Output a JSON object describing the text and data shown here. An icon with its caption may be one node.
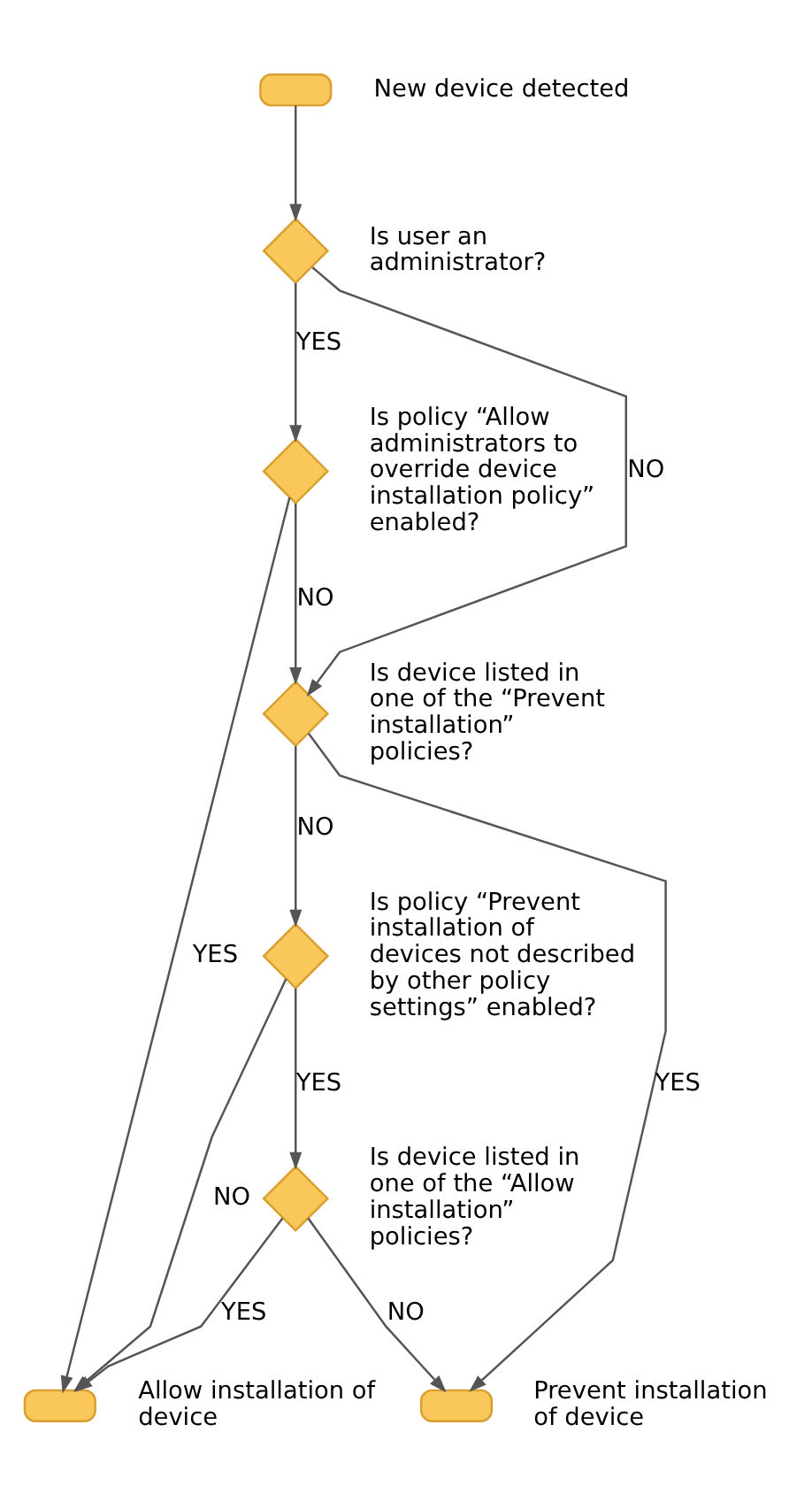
{
  "diagram": {
    "nodes": [
      {
        "text": [],
        "shape": "box",
        "beside": [
          "New device detected"
        ]
      },
      {
        "text": [],
        "shape": "diamond",
        "beside": [
          "Is user an administrator?"
        ]
      },
      {
        "text": [],
        "shape": "diamond",
        "beside": [
          "Is policy “Allow administrators to override device installation policy” enabled?"
        ]
      },
      {
        "text": [],
        "shape": "diamond",
        "beside": [
          "Is device listed in one of the “Prevent installation” policies?"
        ]
      },
      {
        "text": [],
        "shape": "diamond",
        "beside": [
          "Is policy “Prevent installation of devices not described by other policy settings” enabled?"
        ]
      },
      {
        "text": [],
        "shape": "diamond",
        "beside": [
          "Is device listed in one of the “Allow installation” policies?"
        ]
      },
      {
        "text": [],
        "shape": "box",
        "beside": [
          "Allow installation of device"
        ]
      },
      {
        "text": [],
        "shape": "box",
        "beside": [
          "Prevent installation of device"
        ]
      }
    ],
    "edges": [
      {
        "from": 0,
        "to": 1,
        "arrow": "to"
      },
      {
        "from": 1,
        "to": 2,
        "arrow": "to",
        "label": "YES"
      },
      {
        "from": 1,
        "to": 3,
        "arrow": "to",
        "label": "NO"
      },
      {
        "from": 2,
        "to": 6,
        "arrow": "to",
        "label": "YES"
      },
      {
        "from": 2,
        "to": 3,
        "arrow": "to",
        "label": "NO"
      },
      {
        "from": 3,
        "to": 7,
        "arrow": "to",
        "label": "YES"
      },
      {
        "from": 3,
        "to": 4,
        "arrow": "to",
        "label": "NO"
      },
      {
        "from": 4,
        "to": 6,
        "arrow": "to",
        "label": "NO"
      },
      {
        "from": 4,
        "to": 5,
        "arrow": "to",
        "label": "YES"
      },
      {
        "from": 5,
        "to": 6,
        "arrow": "to",
        "label": "YES"
      },
      {
        "from": 5,
        "to": 7,
        "arrow": "to",
        "label": "NO"
      }
    ]
  }
}
